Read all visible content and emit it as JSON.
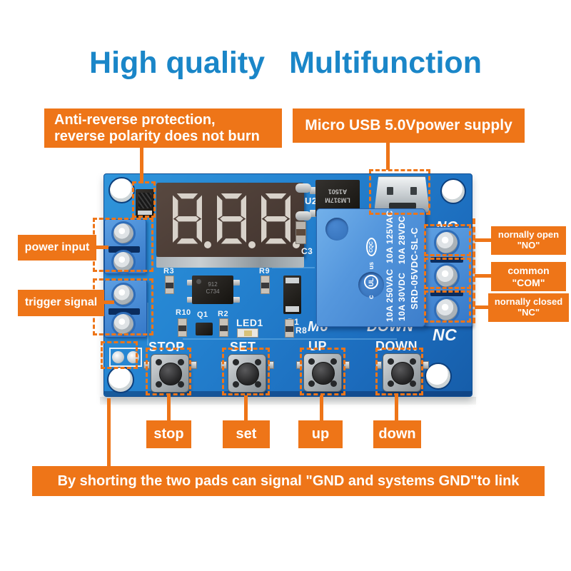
{
  "title": {
    "part1": "High quality",
    "part2": "Multifunction",
    "color": "#1a86c8"
  },
  "accent_color": "#ee7518",
  "callouts": {
    "anti_reverse": {
      "line1": "Anti-reverse protection,",
      "line2": "reverse polarity does not burn"
    },
    "micro_usb": {
      "label": "Micro USB 5.0Vpower supply"
    },
    "power_input": {
      "label": "power input"
    },
    "trigger_signal": {
      "label": "trigger signal"
    },
    "normally_open": {
      "line1": "nornally open",
      "line2": "\"NO\""
    },
    "common": {
      "line1": "common",
      "line2": "\"COM\""
    },
    "normally_closed": {
      "line1": "nornally closed",
      "line2": "\"NC\""
    },
    "stop": {
      "label": "stop"
    },
    "set": {
      "label": "set"
    },
    "up": {
      "label": "up"
    },
    "down": {
      "label": "down"
    },
    "bottom_note": {
      "label": "By shorting the two pads can signal \"GND and systems GND\"to link"
    }
  },
  "board": {
    "display": {
      "value": "8.8.8."
    },
    "buttons": [
      {
        "label": "STOP"
      },
      {
        "label": "SET"
      },
      {
        "label": "UP"
      },
      {
        "label": "DOWN"
      }
    ],
    "relay": {
      "line1": "10A 250VAC  10A 125VAC",
      "line2": "10A 30VDC   10A 28VDC",
      "line3": "SRD-05VDC-SL-C",
      "ul_prefix": "c",
      "ul": "UL",
      "ul_suffix": "us",
      "cqc": "CQC"
    },
    "regulator": {
      "line1": "LM317M",
      "line2": "A1501"
    },
    "silkscreen": {
      "u2": "U2",
      "c3": "C3",
      "r3": "R3",
      "r9": "R9",
      "r10": "R10",
      "q1": "Q1",
      "r2": "R2",
      "led1": "LED1",
      "r8": "R8",
      "d1": "D1",
      "m6": "M6",
      "down_partial": "DOWN",
      "no": "NO",
      "nc": "NC"
    }
  }
}
